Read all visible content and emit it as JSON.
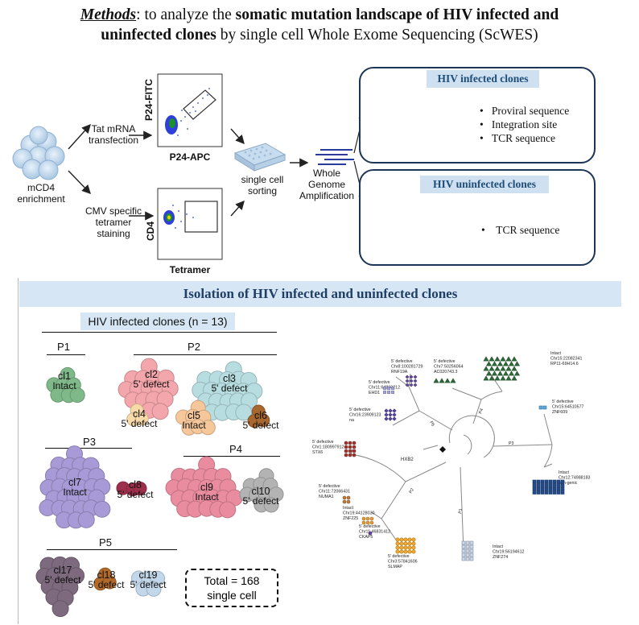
{
  "title": {
    "methods": "Methods",
    "rest_line1_a": ": to analyze the ",
    "rest_line1_b": "somatic mutation landscape of HIV infected and",
    "rest_line2_a": "uninfected clones",
    "rest_line2_b": " by single cell Whole Exome Sequencing (ScWES)"
  },
  "workflow": {
    "start": "mCD4\nenrichment",
    "tat": "Tat mRNA\ntransfection",
    "cmv": "CMV specific\ntetramer\nstaining",
    "facs1_y": "P24-FITC",
    "facs1_x": "P24-APC",
    "facs2_y": "CD4",
    "facs2_x": "Tetramer",
    "sorting": "single cell\nsorting",
    "wga": "Whole\nGenome\nAmplification",
    "infected_title": "HIV infected clones",
    "infected_bullets": [
      "Proviral sequence",
      "Integration site",
      "TCR sequence"
    ],
    "uninfected_title": "HIV uninfected clones",
    "uninfected_bullets": [
      "TCR sequence"
    ]
  },
  "section_title": "Isolation of HIV infected and uninfected clones",
  "clones": {
    "header": "HIV infected clones (n = 13)",
    "groups": [
      "P1",
      "P2",
      "P3",
      "P4",
      "P5"
    ],
    "items": [
      {
        "name": "cl1",
        "desc": "Intact",
        "color": "#7fb98a"
      },
      {
        "name": "cl2",
        "desc": "5' defect",
        "color": "#f3a6ab"
      },
      {
        "name": "cl3",
        "desc": "5' defect",
        "color": "#b7dde0"
      },
      {
        "name": "cl4",
        "desc": "5' defect",
        "color": "#f8d9a8"
      },
      {
        "name": "cl5",
        "desc": "Intact",
        "color": "#f6c79a"
      },
      {
        "name": "cl6",
        "desc": "5' defect",
        "color": "#a7672e"
      },
      {
        "name": "cl7",
        "desc": "Intact",
        "color": "#a79ad6"
      },
      {
        "name": "cl8",
        "desc": "5' defect",
        "color": "#9e2f4c"
      },
      {
        "name": "cl9",
        "desc": "Intact",
        "color": "#ea8ca0"
      },
      {
        "name": "cl10",
        "desc": "5' defect",
        "color": "#b3b3b3"
      },
      {
        "name": "cl17",
        "desc": "5' defect",
        "color": "#7e6a7e"
      },
      {
        "name": "cl18",
        "desc": "5' defect",
        "color": "#b26a2a"
      },
      {
        "name": "cl19",
        "desc": "5' defect",
        "color": "#c2d8ea"
      }
    ],
    "total": "Total = 168\nsingle cell"
  },
  "tree": {
    "root": "HXB2",
    "branches": [
      "P1",
      "P2",
      "P3",
      "P4",
      "P5"
    ],
    "labels": [
      {
        "id": "a",
        "text": "5' defective\nChr8:100281729\nRNF19A"
      },
      {
        "id": "b",
        "text": "5' defective\nChr7:50256064\nAC020743.3"
      },
      {
        "id": "c",
        "text": "Intact\nChr15:22082341\nRP11-69H14.6"
      },
      {
        "id": "d",
        "text": "5' defective\nChr11:64860212\nEHD1"
      },
      {
        "id": "e",
        "text": "5' defective\nChr16:23909123\nna"
      },
      {
        "id": "f",
        "text": "5' defective\nChr15:64510577\nZNF609"
      },
      {
        "id": "g",
        "text": "5' defective\nChr1:180997912\nSTX6"
      },
      {
        "id": "h",
        "text": "Intact\nChr12:74988183\nnon-genic"
      },
      {
        "id": "i",
        "text": "5' defective\nChr11:72066431\nNUMA1"
      },
      {
        "id": "j",
        "text": "Intact\nChr19:44128030\nZNF225"
      },
      {
        "id": "k",
        "text": "5' defective\nChr11:46831412\nCKAP5"
      },
      {
        "id": "l",
        "text": "5' defective\nChr3:57841606\nSLMAP"
      },
      {
        "id": "m",
        "text": "Intact\nChr19:56194612\nZNF274"
      }
    ]
  }
}
